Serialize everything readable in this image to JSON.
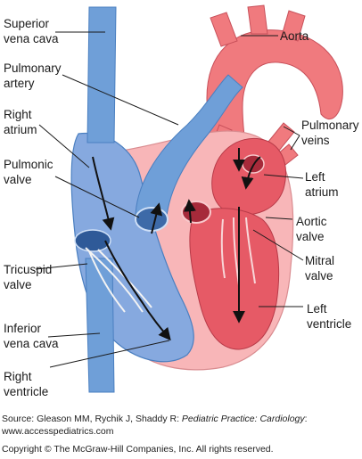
{
  "labels": {
    "superior_vena_cava": [
      "Superior",
      "vena cava"
    ],
    "aorta": [
      "Aorta"
    ],
    "pulmonary_artery": [
      "Pulmonary",
      "artery"
    ],
    "pulmonary_veins": [
      "Pulmonary",
      "veins"
    ],
    "right_atrium": [
      "Right",
      "atrium"
    ],
    "left_atrium": [
      "Left",
      "atrium"
    ],
    "pulmonic_valve": [
      "Pulmonic",
      "valve"
    ],
    "aortic_valve": [
      "Aortic",
      "valve"
    ],
    "mitral_valve": [
      "Mitral",
      "valve"
    ],
    "tricuspid_valve": [
      "Tricuspid",
      "valve"
    ],
    "left_ventricle": [
      "Left",
      "ventricle"
    ],
    "inferior_vena_cava": [
      "Inferior",
      "vena cava"
    ],
    "right_ventricle": [
      "Right",
      "ventricle"
    ]
  },
  "source": {
    "prefix": "Source: Gleason MM, Rychik J, Shaddy R: ",
    "book": "Pediatric Practice: Cardiology",
    "suffix": ":",
    "url": "www.accesspediatrics.com",
    "copyright": "Copyright © The McGraw-Hill Companies, Inc. All rights reserved."
  },
  "colors": {
    "vein_blue": "#6f9fd8",
    "vein_blue_dark": "#4a7fc0",
    "right_chamber_blue": "#86a9df",
    "aorta_red": "#f07a7e",
    "left_chamber_red": "#e65a66",
    "myocardium_pink": "#f8b6b8",
    "leader_line": "#1a1a1a"
  }
}
